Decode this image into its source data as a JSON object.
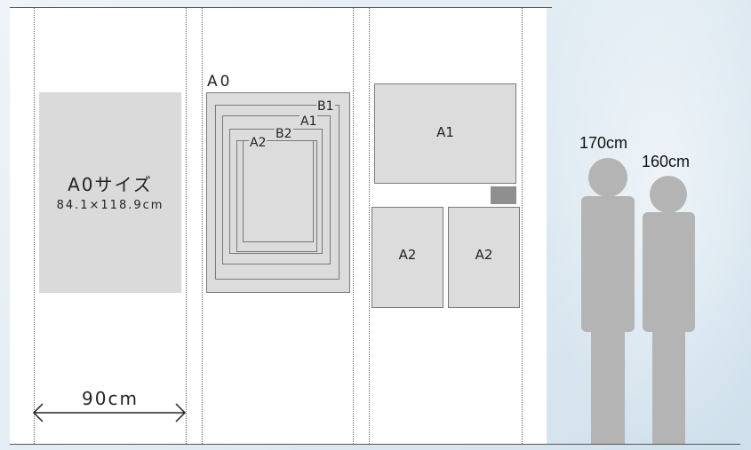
{
  "a0_size": {
    "title": "A0サイズ",
    "dimensions": "84.1×118.9cm"
  },
  "width_dimension": "90cm",
  "nested": {
    "outer": "A0",
    "b1": "B1",
    "a1": "A1",
    "b2": "B2",
    "a2": "A2"
  },
  "split": {
    "top": "A1",
    "bottom_left": "A2",
    "bottom_right": "A2"
  },
  "people": [
    {
      "height": "170cm"
    },
    {
      "height": "160cm"
    }
  ]
}
